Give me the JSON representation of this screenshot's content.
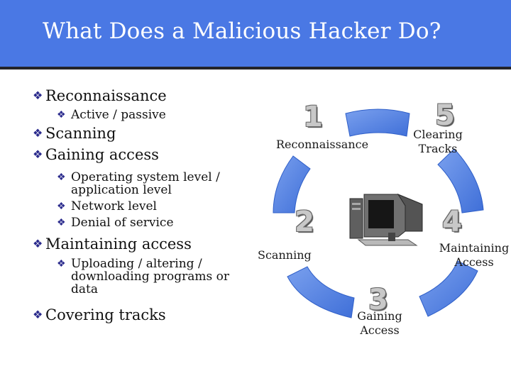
{
  "slide": {
    "title": "What Does a Malicious Hacker Do?",
    "bullet_marker": "v",
    "bullets": [
      {
        "text": "Reconnaissance",
        "sub": [
          "Active / passive"
        ]
      },
      {
        "text": "Scanning",
        "sub": []
      },
      {
        "text": "Gaining access",
        "sub": [
          "Operating system level / application level",
          "Network level",
          "Denial of service"
        ]
      },
      {
        "text": "Maintaining access",
        "sub": [
          "Uploading / altering / downloading programs or data"
        ]
      },
      {
        "text": "Covering tracks",
        "sub": []
      }
    ]
  },
  "cycle": {
    "steps": [
      {
        "number": "1",
        "label": "Reconnaissance"
      },
      {
        "number": "2",
        "label": "Scanning"
      },
      {
        "number": "3",
        "label": "Gaining Access"
      },
      {
        "number": "4",
        "label": "Maintaining Access"
      },
      {
        "number": "5",
        "label": "Clearing Tracks"
      }
    ],
    "arrow_color": "#5b86e5",
    "center_icon": "computer-icon"
  },
  "colors": {
    "title_bar": "#4a78e4",
    "title_text": "#ffffff",
    "bullet_marker": "#2a2a8c"
  }
}
